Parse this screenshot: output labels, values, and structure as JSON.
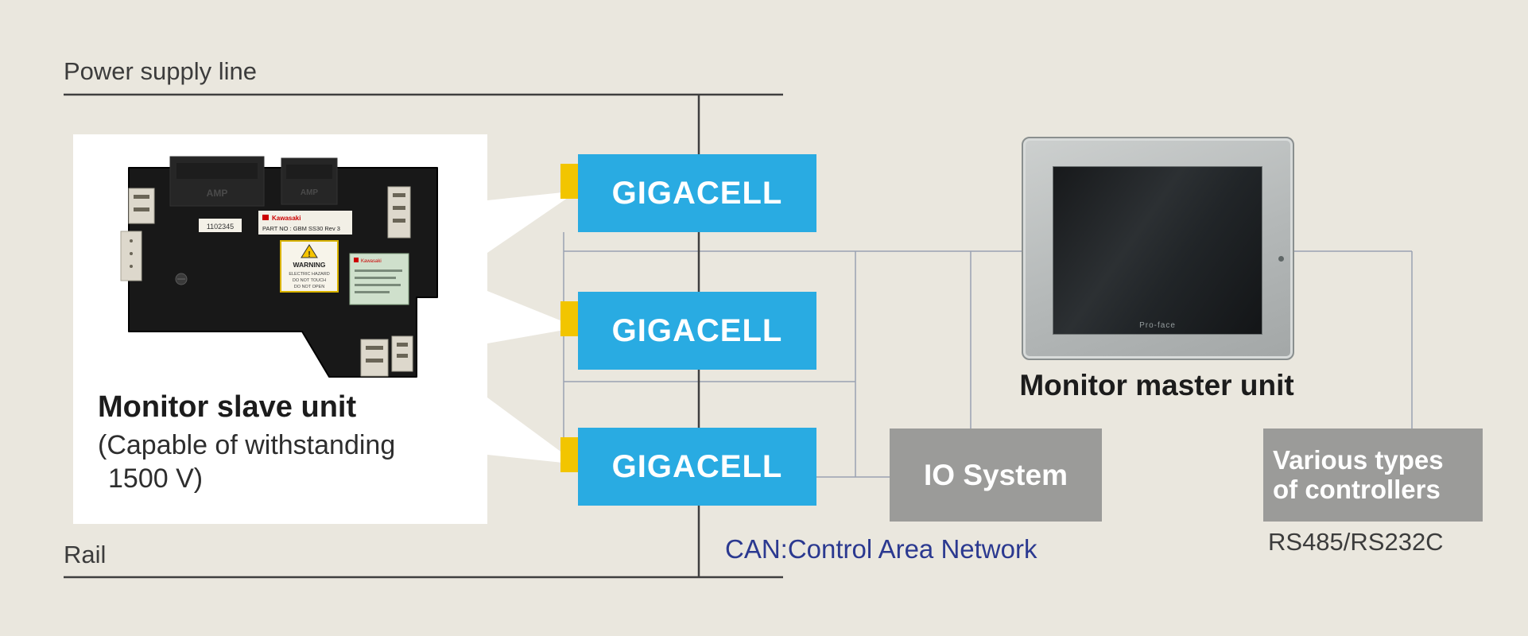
{
  "colors": {
    "background": "#eae7de",
    "gigacell_blue": "#29abe2",
    "tab_yellow": "#f2c500",
    "box_gray": "#9b9b99",
    "can_navy": "#2b3990",
    "power_line_dark": "#3f3f3f",
    "connector_line_gray": "#9aa2b2",
    "panel_white": "#ffffff"
  },
  "power_line": {
    "label": "Power supply line"
  },
  "rail_line": {
    "label": "Rail"
  },
  "slave_unit": {
    "title": "Monitor slave unit",
    "subtitle_line1": "(Capable of withstanding",
    "subtitle_line2": "1500 V)",
    "board": {
      "brand": "Kawasaki",
      "part_no": "PART NO : GBM SS30  Rev 3",
      "serial": "1102345",
      "warning_title": "WARNING",
      "warning_line1": "ELECTRIC HAZARD",
      "warning_line2": "DO NOT TOUCH",
      "warning_line3": "DO NOT OPEN",
      "connector_brand": "AMP"
    }
  },
  "gigacell_units": [
    {
      "label": "GIGACELL"
    },
    {
      "label": "GIGACELL"
    },
    {
      "label": "GIGACELL"
    }
  ],
  "master_unit": {
    "label": "Monitor master unit",
    "screen_brand": "Pro-face"
  },
  "io_system": {
    "label": "IO System"
  },
  "controllers": {
    "line1": "Various types",
    "line2": "of controllers",
    "interface_label": "RS485/RS232C"
  },
  "can_label": "CAN:Control Area Network"
}
